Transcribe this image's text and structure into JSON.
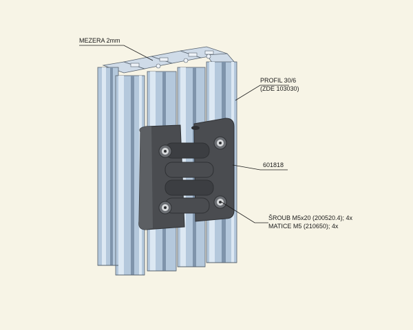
{
  "annotations": {
    "gap": "MEZERA 2mm",
    "profile_line1": "PROFIL 30/6",
    "profile_line2": "(ZDE 103030)",
    "hinge": "601818",
    "screw_line1": "ŠROUB M5x20 (200520.4); 4x",
    "screw_line2": "MATICE M5 (210650); 4x"
  },
  "colors": {
    "background": "#f7f4e6",
    "profile_face": "#b4c8dc",
    "profile_dark": "#7f94ab",
    "profile_light": "#dce8f3",
    "hinge_body": "#4a4c50",
    "hinge_dark": "#2e3033",
    "leader_line": "#1a1a1a"
  }
}
